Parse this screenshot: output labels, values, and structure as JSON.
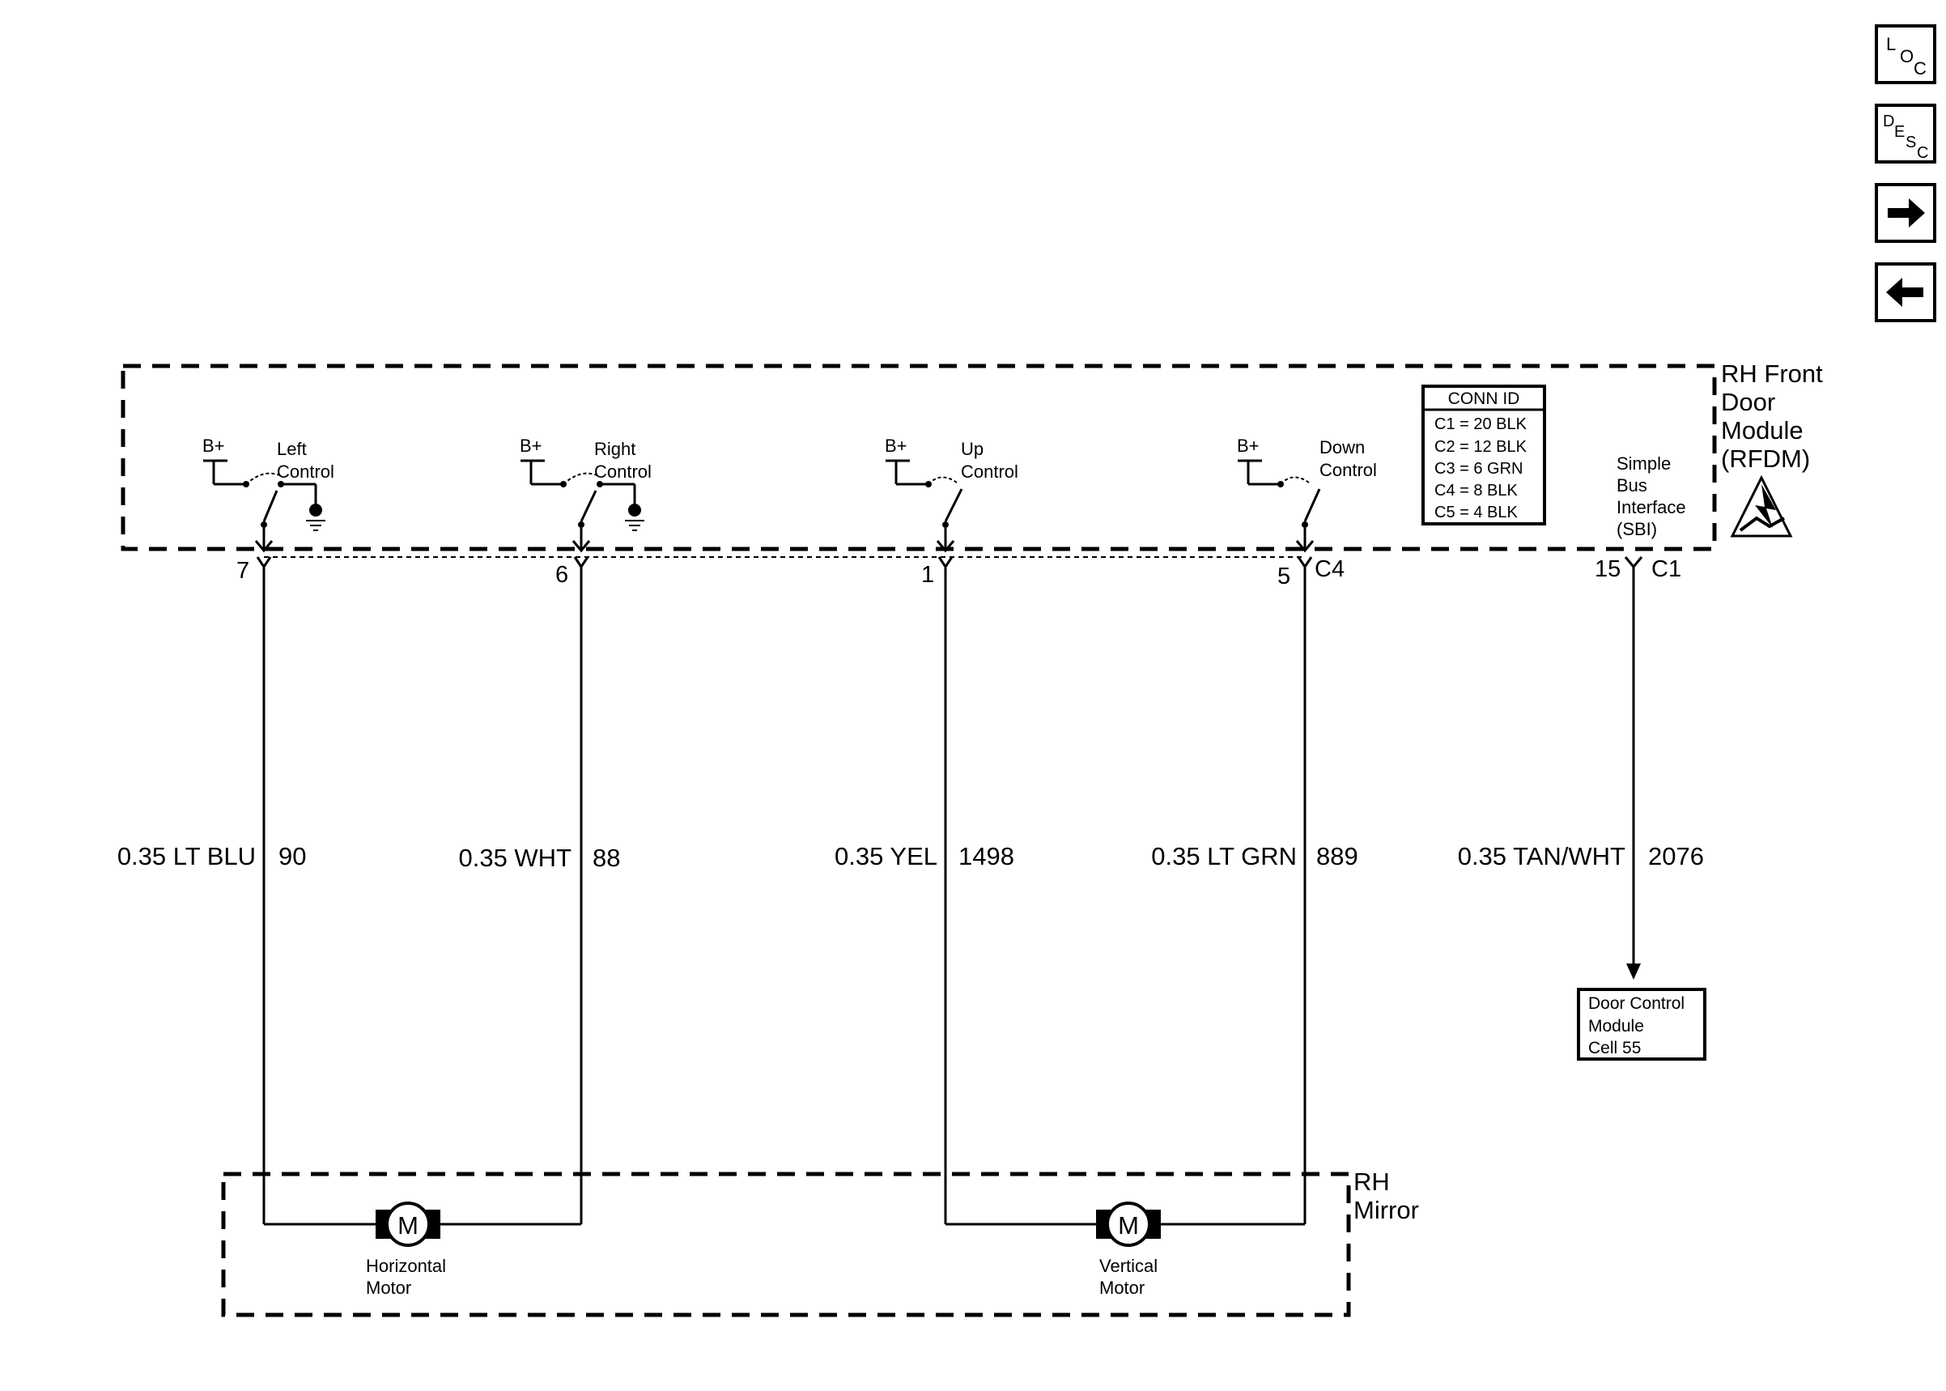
{
  "nav": {
    "loc": {
      "l1": "L",
      "l2": "O",
      "l3": "C"
    },
    "desc": {
      "l1": "D",
      "l2": "E",
      "l3": "S",
      "l4": "C"
    }
  },
  "module": {
    "name_lines": [
      "RH Front",
      "Door",
      "Module",
      "(RFDM)"
    ],
    "connector": "C4",
    "switches": [
      {
        "b_plus": "B+",
        "label_lines": [
          "Left",
          "Control"
        ],
        "pin": "7"
      },
      {
        "b_plus": "B+",
        "label_lines": [
          "Right",
          "Control"
        ],
        "pin": "6"
      },
      {
        "b_plus": "B+",
        "label_lines": [
          "Up",
          "Control"
        ],
        "pin": "1"
      },
      {
        "b_plus": "B+",
        "label_lines": [
          "Down",
          "Control"
        ],
        "pin": "5"
      }
    ],
    "sbi": {
      "label_lines": [
        "Simple",
        "Bus",
        "Interface",
        "(SBI)"
      ],
      "pin": "15",
      "connector": "C1"
    },
    "conn_id": {
      "title": "CONN ID",
      "rows": [
        "C1 = 20 BLK",
        "C2 = 12 BLK",
        "C3 = 6 GRN",
        "C4 = 8 BLK",
        "C5 = 4 BLK"
      ]
    }
  },
  "wires": [
    {
      "color": "0.35 LT BLU",
      "circuit": "90"
    },
    {
      "color": "0.35 WHT",
      "circuit": "88"
    },
    {
      "color": "0.35 YEL",
      "circuit": "1498"
    },
    {
      "color": "0.35 LT GRN",
      "circuit": "889"
    },
    {
      "color": "0.35 TAN/WHT",
      "circuit": "2076"
    }
  ],
  "dcm": {
    "lines": [
      "Door Control",
      "Module",
      "Cell 55"
    ]
  },
  "mirror": {
    "name_lines": [
      "RH",
      "Mirror"
    ],
    "motors": [
      {
        "symbol": "M",
        "label_lines": [
          "Horizontal",
          "Motor"
        ]
      },
      {
        "symbol": "M",
        "label_lines": [
          "Vertical",
          "Motor"
        ]
      }
    ]
  }
}
